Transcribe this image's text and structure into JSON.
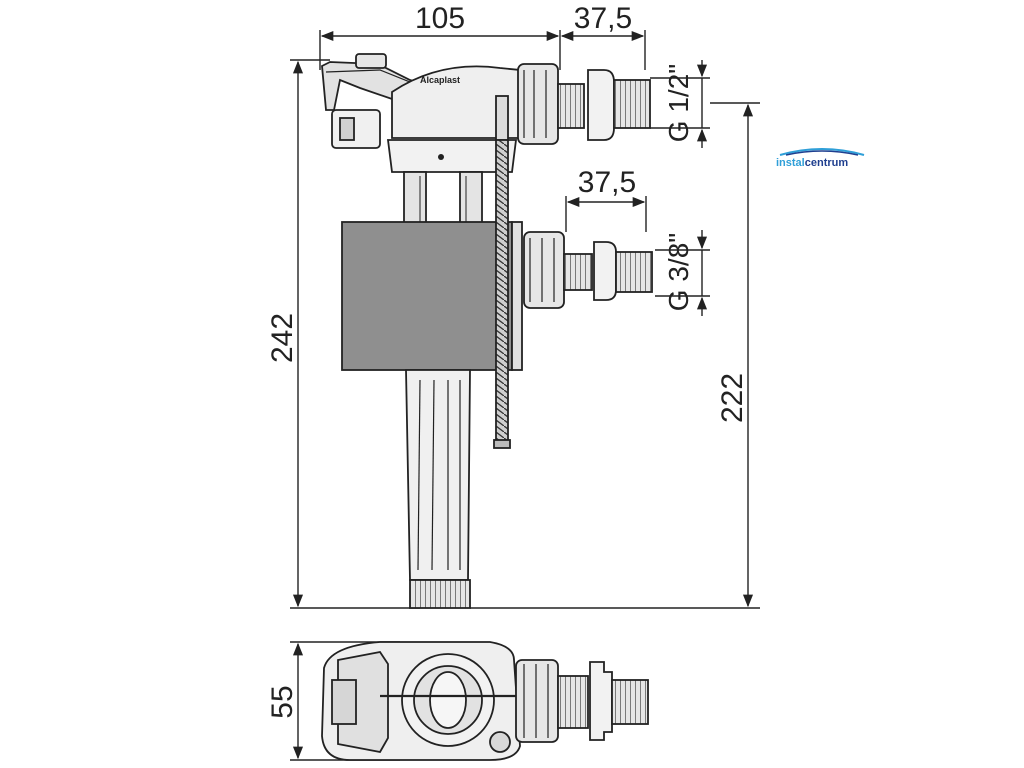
{
  "dimensions": {
    "top_width": "105",
    "top_offset_1": "37,5",
    "top_offset_2": "37,5",
    "total_height": "242",
    "inlet_height": "222",
    "bottom_depth": "55",
    "thread_1": "G 1/2\"",
    "thread_2": "G 3/8\""
  },
  "brand": {
    "name_part1": "instal",
    "name_part2": "centrum",
    "color_dark": "#1f3f8f",
    "color_light": "#2f9fd8"
  },
  "product_logo": "Alcaplast",
  "colors": {
    "line": "#222222",
    "body_fill": "#8f8f8f",
    "part_fill": "#e8e8e8"
  }
}
